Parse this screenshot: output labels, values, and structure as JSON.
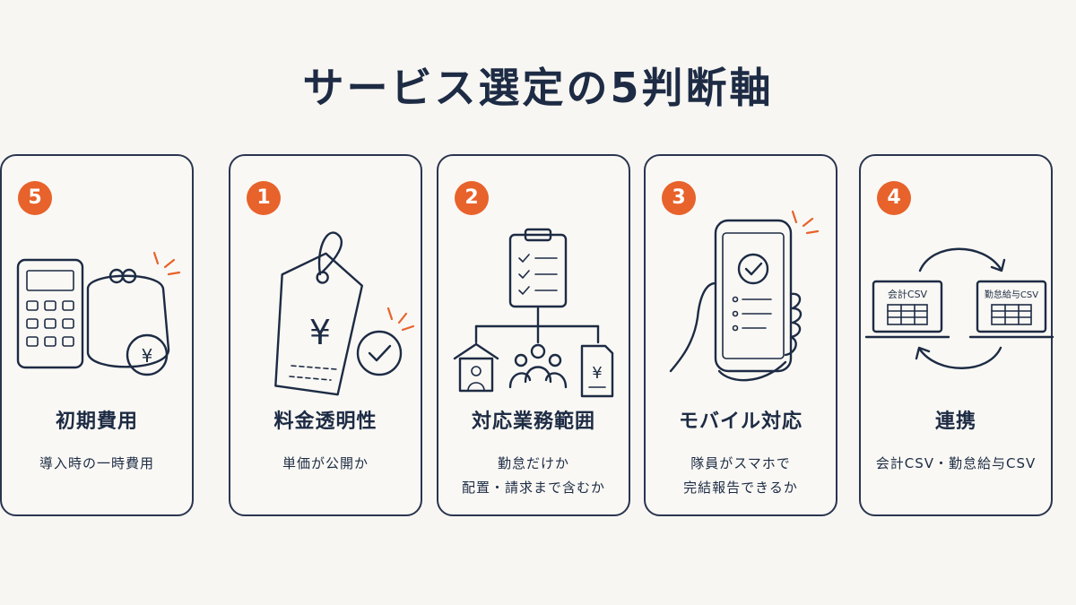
{
  "title": "サービス選定の5判断軸",
  "colors": {
    "accent": "#e8622b",
    "ink": "#1d2b44",
    "background": "#f7f6f2"
  },
  "cards": [
    {
      "number": "1",
      "title": "料金透明性",
      "desc": [
        "単価が公開か"
      ],
      "icon": "price-tag-icon",
      "icon_text": "¥"
    },
    {
      "number": "2",
      "title": "対応業務範囲",
      "desc": [
        "勤怠だけか",
        "配置・請求まで含むか"
      ],
      "icon": "clipboard-org-icon",
      "icon_text": "¥"
    },
    {
      "number": "3",
      "title": "モバイル対応",
      "desc": [
        "隊員がスマホで",
        "完結報告できるか"
      ],
      "icon": "smartphone-icon"
    },
    {
      "number": "4",
      "title": "連携",
      "desc": [
        "会計CSV・勤怠給与CSV"
      ],
      "icon": "sync-laptops-icon",
      "icon_labels": [
        "会計CSV",
        "勤怠給与CSV"
      ]
    },
    {
      "number": "5",
      "title": "初期費用",
      "desc": [
        "導入時の一時費用"
      ],
      "icon": "calculator-wallet-icon",
      "icon_text": "¥"
    }
  ]
}
